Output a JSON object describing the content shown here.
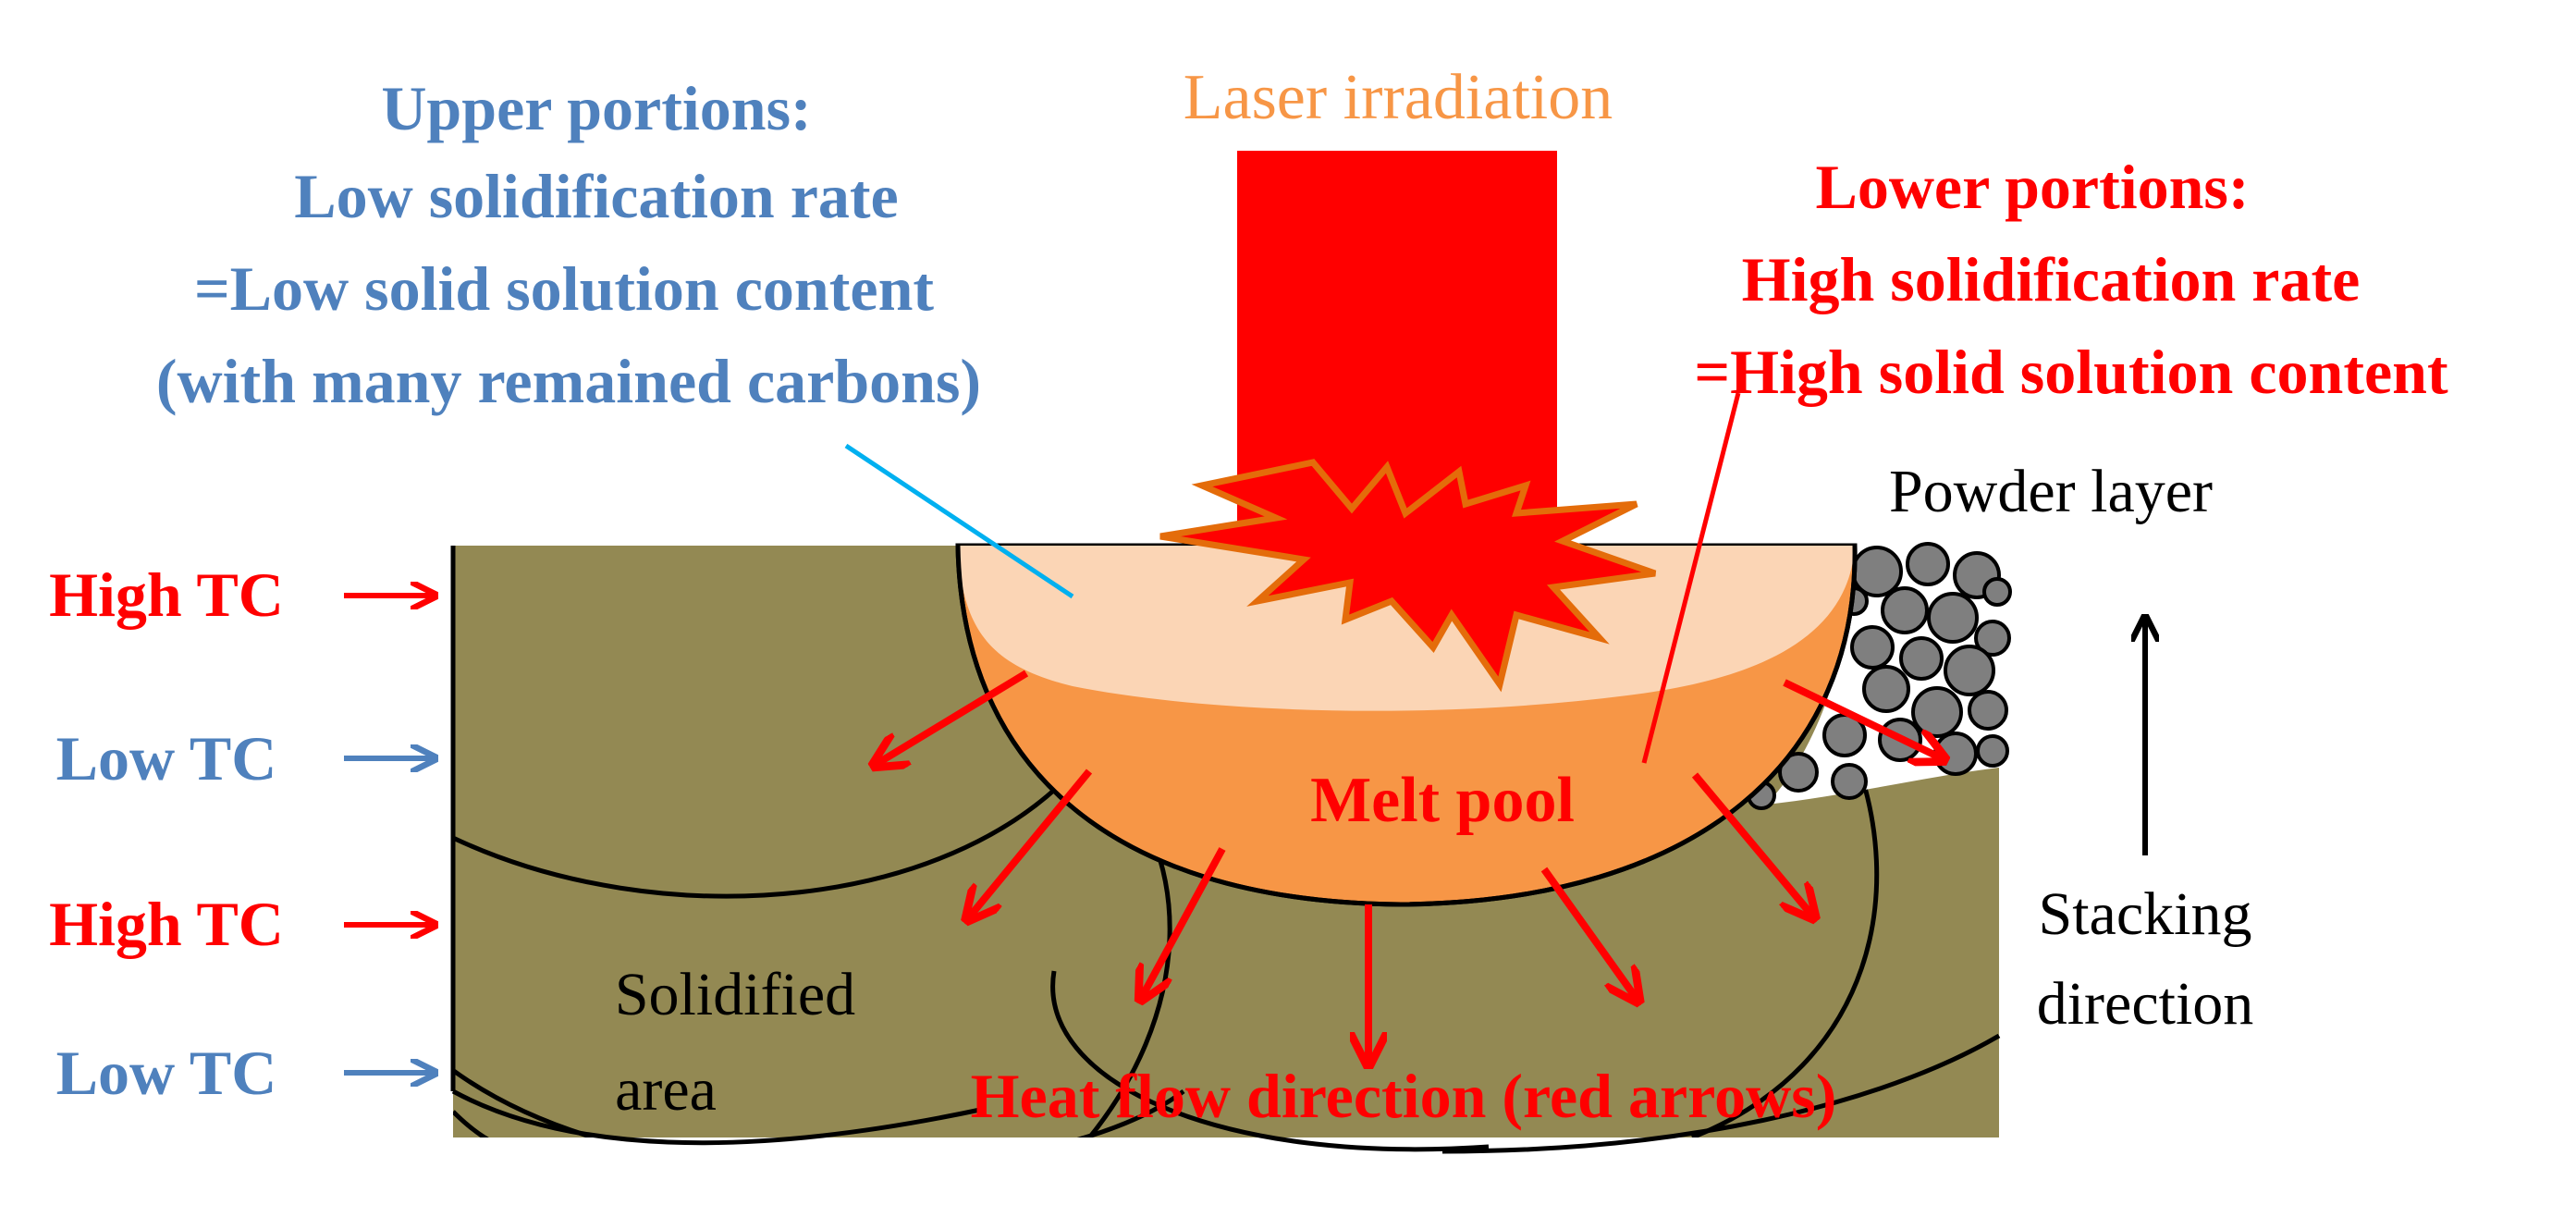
{
  "laser_label": "Laser irradiation",
  "upper": {
    "line1": "Upper portions:",
    "line2": "Low solidification rate",
    "line3": "=Low solid solution content",
    "line4": "(with many remained carbons)"
  },
  "lower": {
    "line1": "Lower portions:",
    "line2": "High solidification rate",
    "line3": "=High solid solution content"
  },
  "powder_label": "Powder layer",
  "stacking": {
    "line1": "Stacking",
    "line2": "direction"
  },
  "melt_pool_label": "Melt pool",
  "solidified": {
    "line1": "Solidified",
    "line2": "area"
  },
  "heat_flow_label": "Heat flow direction (red arrows)",
  "tc_labels": [
    "High TC",
    "Low TC",
    "High TC",
    "Low TC"
  ],
  "colors": {
    "red": "#ff0000",
    "blue": "#4f81bd",
    "orange_text": "#f79646",
    "laser": "#ff0000",
    "solidified": "#938953",
    "melt_upper": "#fbd5b5",
    "melt_lower": "#f79646",
    "powder": "#7f7f7f",
    "pointer_blue": "#00b0f0"
  }
}
